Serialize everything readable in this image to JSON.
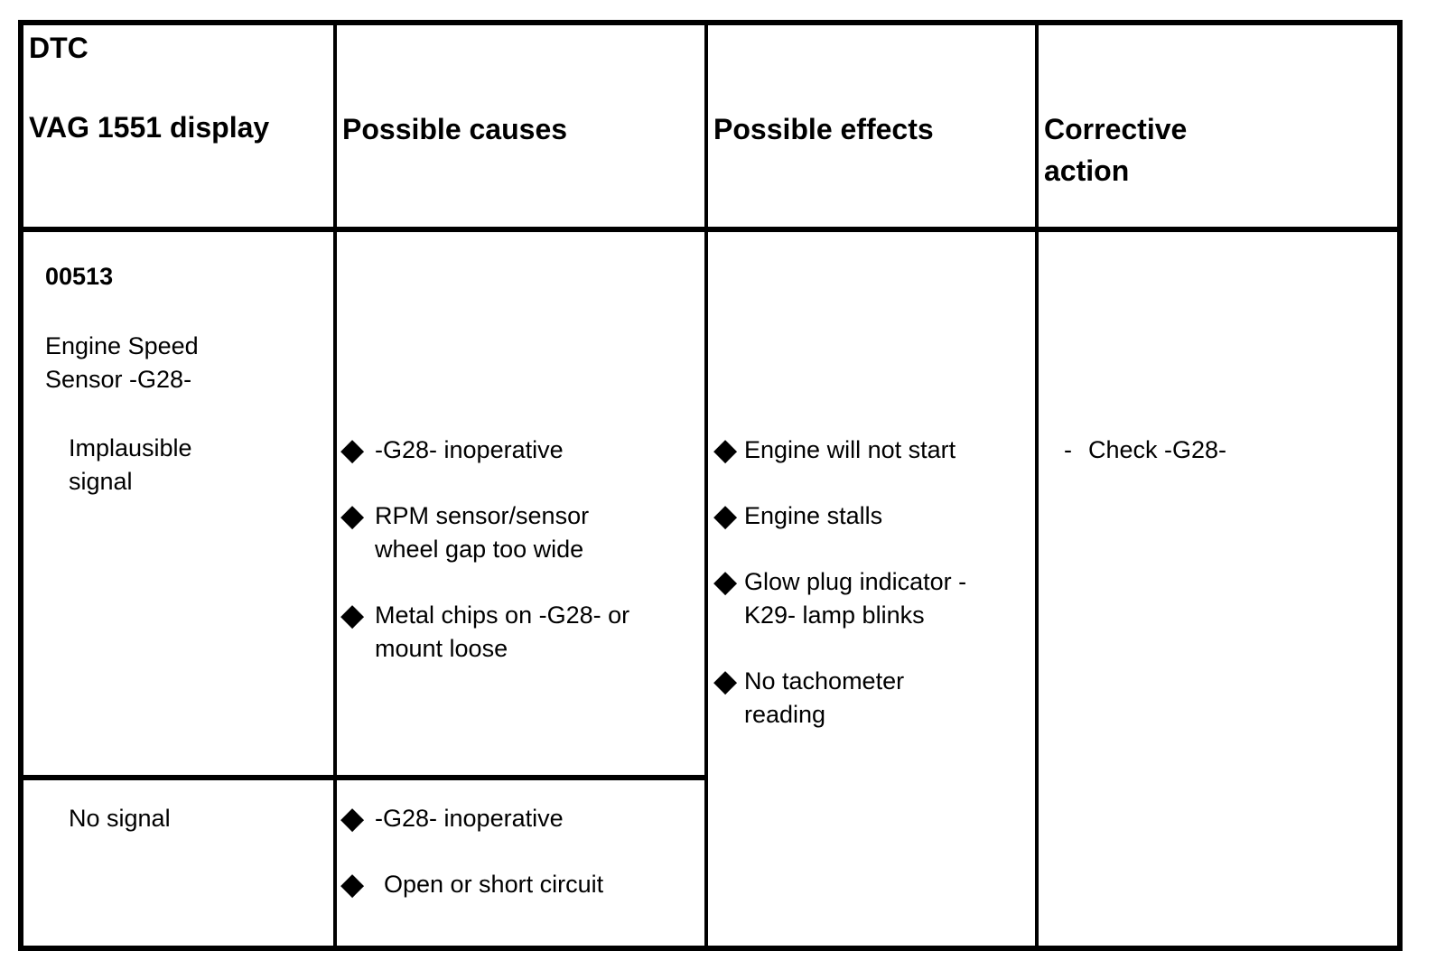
{
  "colors": {
    "ink": "#000000",
    "paper": "#ffffff"
  },
  "glyphs": {
    "bullet": "◆",
    "dash": "-"
  },
  "table": {
    "header": {
      "dtc": "DTC",
      "display": "VAG 1551 display",
      "causes": "Possible causes",
      "effects": "Possible effects",
      "corrective_line1": "Corrective",
      "corrective_line2": "action"
    },
    "fault": {
      "code": "00513",
      "name_line1": "Engine Speed",
      "name_line2": "Sensor -G28-"
    },
    "subrow_implausible": {
      "display_line1": "Implausible",
      "display_line2": "signal",
      "causes": [
        {
          "line1": "-G28- inoperative"
        },
        {
          "line1": "RPM sensor/sensor",
          "line2": "wheel gap too wide"
        },
        {
          "line1": "Metal chips on -G28- or",
          "line2": "mount loose"
        }
      ]
    },
    "subrow_no_signal": {
      "display": "No signal",
      "causes": [
        {
          "line1": "-G28- inoperative"
        },
        {
          "line1": "Open or short circuit"
        }
      ]
    },
    "effects": [
      {
        "line1": "Engine will not start"
      },
      {
        "line1": "Engine stalls"
      },
      {
        "line1": "Glow plug indicator -",
        "line2": "K29- lamp blinks"
      },
      {
        "line1": "No tachometer",
        "line2": "reading"
      }
    ],
    "corrective": {
      "action": "Check -G28-"
    }
  }
}
